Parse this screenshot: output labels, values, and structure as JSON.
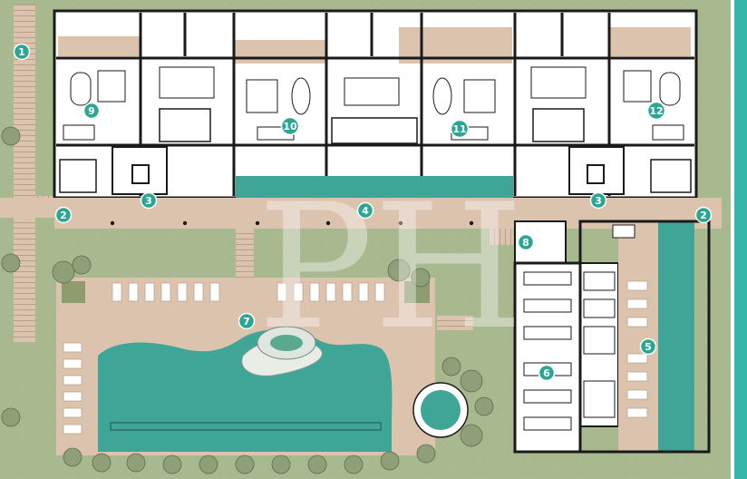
{
  "plan": {
    "colors": {
      "lawn": "#a9b98f",
      "deck": "#dcc3ad",
      "pool": "#3fa596",
      "wall": "#1a1a1a",
      "interior": "#ffffff",
      "marker": "#2aa693",
      "accent_bar": "#35b6a8"
    },
    "watermark": "PH",
    "markers": [
      {
        "id": "m1",
        "label": "1"
      },
      {
        "id": "m2a",
        "label": "2"
      },
      {
        "id": "m2b",
        "label": "2"
      },
      {
        "id": "m3a",
        "label": "3"
      },
      {
        "id": "m3b",
        "label": "3"
      },
      {
        "id": "m4",
        "label": "4"
      },
      {
        "id": "m5",
        "label": "5"
      },
      {
        "id": "m6",
        "label": "6"
      },
      {
        "id": "m7",
        "label": "7"
      },
      {
        "id": "m8",
        "label": "8"
      },
      {
        "id": "m9",
        "label": "9"
      },
      {
        "id": "m10",
        "label": "10"
      },
      {
        "id": "m11",
        "label": "11"
      },
      {
        "id": "m12",
        "label": "12"
      }
    ]
  }
}
